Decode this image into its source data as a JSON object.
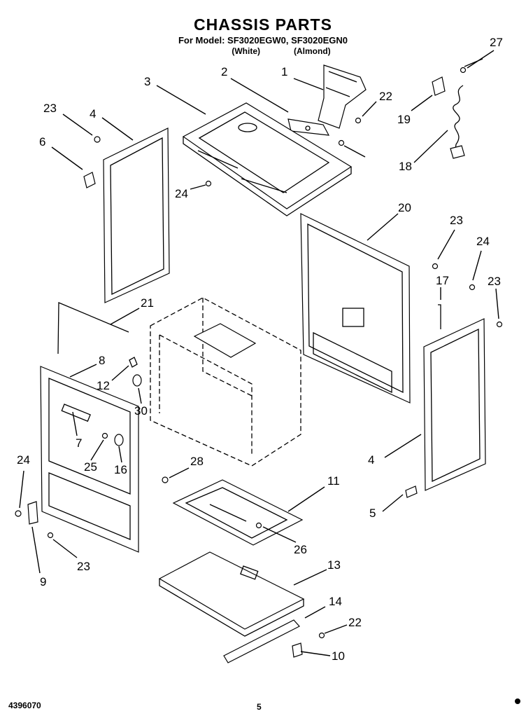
{
  "header": {
    "title": "CHASSIS PARTS",
    "model_line": "For Model: SF3020EGW0, SF3020EGN0",
    "variant_white": "(White)",
    "variant_almond": "(Almond)"
  },
  "footer": {
    "doc_number": "4396070",
    "page_number": "5"
  },
  "callouts": [
    "1",
    "2",
    "3",
    "4",
    "6",
    "23",
    "22",
    "27",
    "19",
    "18",
    "24",
    "20",
    "21",
    "23",
    "24",
    "17",
    "23",
    "8",
    "12",
    "30",
    "7",
    "25",
    "16",
    "28",
    "4",
    "24",
    "11",
    "5",
    "26",
    "9",
    "23",
    "13",
    "14",
    "22",
    "10"
  ]
}
